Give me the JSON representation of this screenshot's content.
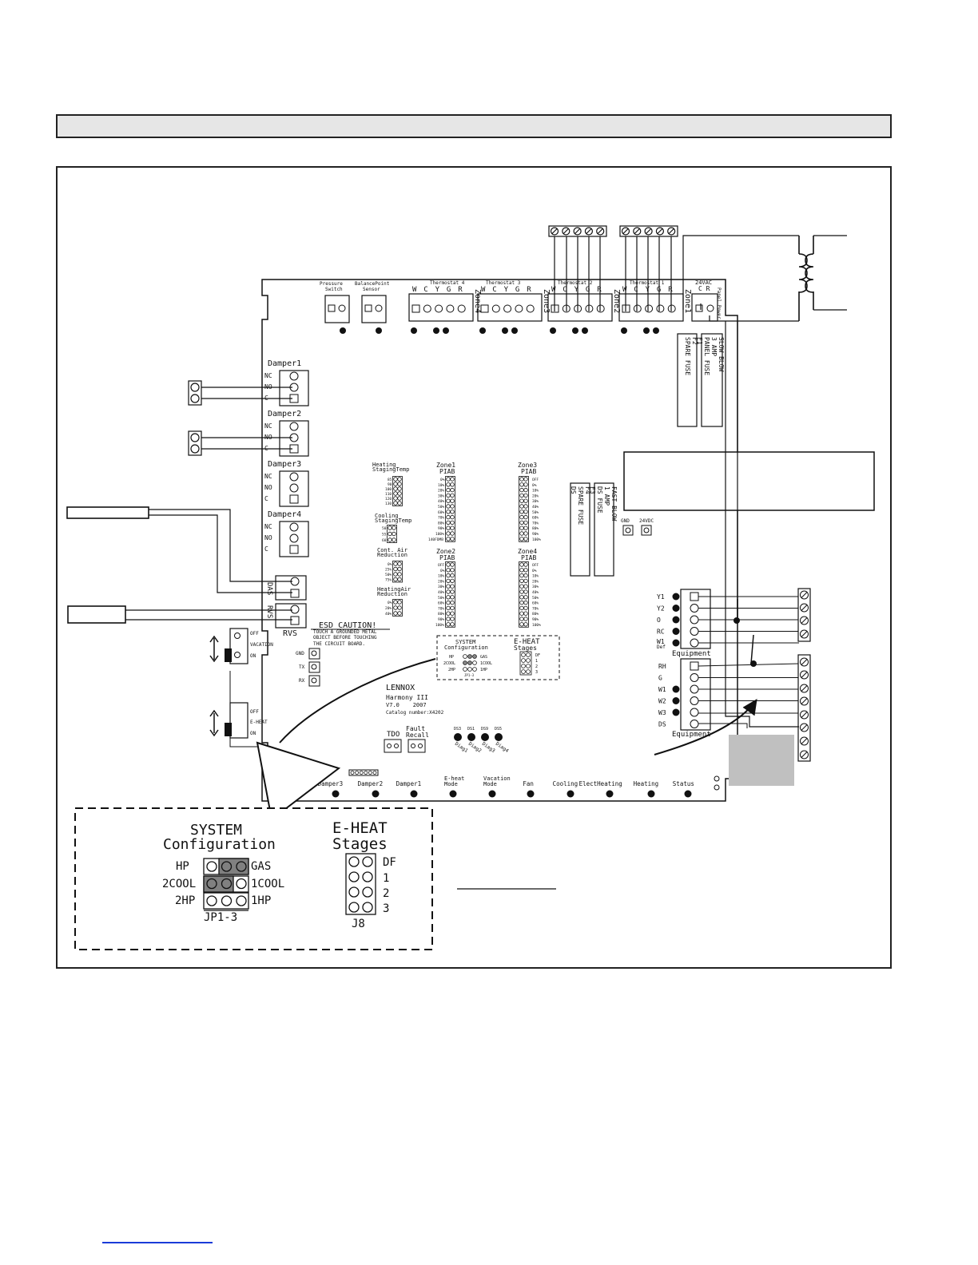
{
  "header": {
    "title": ""
  },
  "thermostats": {
    "ts4": "Thermostat 4",
    "ts3": "Thermostat 3",
    "ts2": "Thermostat 2",
    "ts1": "Thermostat 1",
    "terms": [
      "W",
      "C",
      "Y",
      "G",
      "R"
    ]
  },
  "zones": {
    "z4": "Zone4",
    "z3": "Zone3",
    "z2": "Zone2",
    "z1": "Zone1"
  },
  "top_connectors": {
    "pressure": [
      "Pressure",
      "Switch"
    ],
    "balance": [
      "BalancePoint",
      "Sensor"
    ],
    "vac24": "24VAC",
    "cr": "C R",
    "panel_power": "Panel Power"
  },
  "fuses": {
    "f1": [
      "F1",
      "PANEL FUSE",
      "3 AMP",
      "SLOW BLOW"
    ],
    "f2": [
      "F2",
      "SPARE FUSE"
    ],
    "f3": [
      "F3",
      "DS FUSE",
      "1 AMP",
      "FAST BLOW"
    ],
    "f4": [
      "F4",
      "DS",
      "SPARE FUSE"
    ]
  },
  "dampers": [
    {
      "label": "Damper1",
      "terms": [
        "NC",
        "NO",
        "C"
      ]
    },
    {
      "label": "Damper2",
      "terms": [
        "NC",
        "NO",
        "C"
      ]
    },
    {
      "label": "Damper3",
      "terms": [
        "NC",
        "NO",
        "C"
      ]
    },
    {
      "label": "Damper4",
      "terms": [
        "NC",
        "NO",
        "C"
      ]
    }
  ],
  "sensors": {
    "das": "DAS",
    "rvs": "RVS",
    "rvs_below": "RVS"
  },
  "esd": {
    "title": "ESD CAUTION!",
    "lines": [
      "TOUCH A GROUNDED METAL",
      "OBJECT BEFORE TOUCHING",
      "THE CIRCUIT BOARD."
    ]
  },
  "switches": {
    "vacation": [
      "OFF",
      "VACATION",
      "ON"
    ],
    "eheat": [
      "OFF",
      "E-HEAT",
      "ON"
    ]
  },
  "serial": [
    "GND",
    "TX",
    "RX"
  ],
  "heating_staging": {
    "title": [
      "Heating",
      "StagingTemp"
    ],
    "values": [
      "85",
      "90",
      "100",
      "110",
      "120",
      "130"
    ]
  },
  "cooling_staging": {
    "title": [
      "Cooling",
      "StagingTemp"
    ],
    "values": [
      "50",
      "55",
      "60"
    ]
  },
  "cont_air": {
    "title": [
      "Cont. Air",
      "Reduction"
    ],
    "values": [
      "0%",
      "25%",
      "50%",
      "75%"
    ]
  },
  "heating_air": {
    "title": [
      "HeatingAir",
      "Reduction"
    ],
    "values": [
      "0%",
      "20%",
      "40%"
    ]
  },
  "piab": {
    "zone1": {
      "title": [
        "Zone1",
        "PIAB"
      ],
      "values": [
        "0%",
        "10%",
        "20%",
        "30%",
        "40%",
        "50%",
        "60%",
        "70%",
        "80%",
        "90%",
        "100%",
        "140FDMB"
      ]
    },
    "zone2": {
      "title": [
        "Zone2",
        "PIAB"
      ],
      "values": [
        "OFF",
        "0%",
        "10%",
        "20%",
        "30%",
        "40%",
        "50%",
        "60%",
        "70%",
        "80%",
        "90%",
        "100%"
      ]
    },
    "zone3": {
      "title": [
        "Zone3",
        "PIAB"
      ],
      "values": [
        "OFF",
        "0%",
        "10%",
        "20%",
        "30%",
        "40%",
        "50%",
        "60%",
        "70%",
        "80%",
        "90%",
        "100%"
      ]
    },
    "zone4": {
      "title": [
        "Zone4",
        "PIAB"
      ],
      "values": [
        "OFF",
        "0%",
        "10%",
        "20%",
        "30%",
        "40%",
        "50%",
        "60%",
        "70%",
        "80%",
        "90%",
        "100%"
      ]
    }
  },
  "sysconfig_small": {
    "title": [
      "SYSTEM",
      "Configuration"
    ],
    "rows": [
      [
        "HP",
        "GAS"
      ],
      [
        "2COOL",
        "1COOL"
      ],
      [
        "2HP",
        "1HP"
      ]
    ],
    "jp": "JP1-3"
  },
  "eheat_small": {
    "title": [
      "E-HEAT",
      "Stages"
    ],
    "rows": [
      "DF",
      "1",
      "2",
      "3"
    ]
  },
  "branding": [
    "LENNOX",
    "Harmony III",
    "V7.0    2007",
    "Catalog number:X4202"
  ],
  "buttons": {
    "tdo": "TDO",
    "fault": [
      "Fault",
      "Recall"
    ]
  },
  "diag": {
    "leds": [
      "DS3",
      "DS1",
      "DS9",
      "DS5"
    ],
    "labels": [
      "Diag1",
      "Diag2",
      "Diag3",
      "Diag4"
    ]
  },
  "gnd_24vdc": [
    "GND",
    "24VDC"
  ],
  "leds_bottom": [
    "Damper3",
    "Damper2",
    "Damper1",
    "E-heat Mode",
    "Vacation Mode",
    "Fan",
    "Cooling",
    "ElectHeating",
    "Heating",
    "Status"
  ],
  "equipment": {
    "upper": [
      "Y1",
      "Y2",
      "O",
      "RC",
      "W1 / Def"
    ],
    "lower": [
      "RH",
      "G",
      "W1",
      "W2",
      "W3",
      "DS"
    ],
    "label": "Equipment"
  },
  "enlarged": {
    "sys_title": [
      "SYSTEM",
      "Configuration"
    ],
    "left_labels": [
      "HP",
      "2COOL",
      "2HP"
    ],
    "right_labels": [
      "GAS",
      "1COOL",
      "1HP"
    ],
    "jp": "JP1-3",
    "eheat_title": [
      "E-HEAT",
      "Stages"
    ],
    "eheat_labels": [
      "DF",
      "1",
      "2",
      "3"
    ],
    "j8": "J8"
  },
  "colors": {
    "shaded": "#c0c0c0",
    "jumper": "#808080",
    "title_bar": "#e6e6e6",
    "link": "#1a3bd8"
  }
}
